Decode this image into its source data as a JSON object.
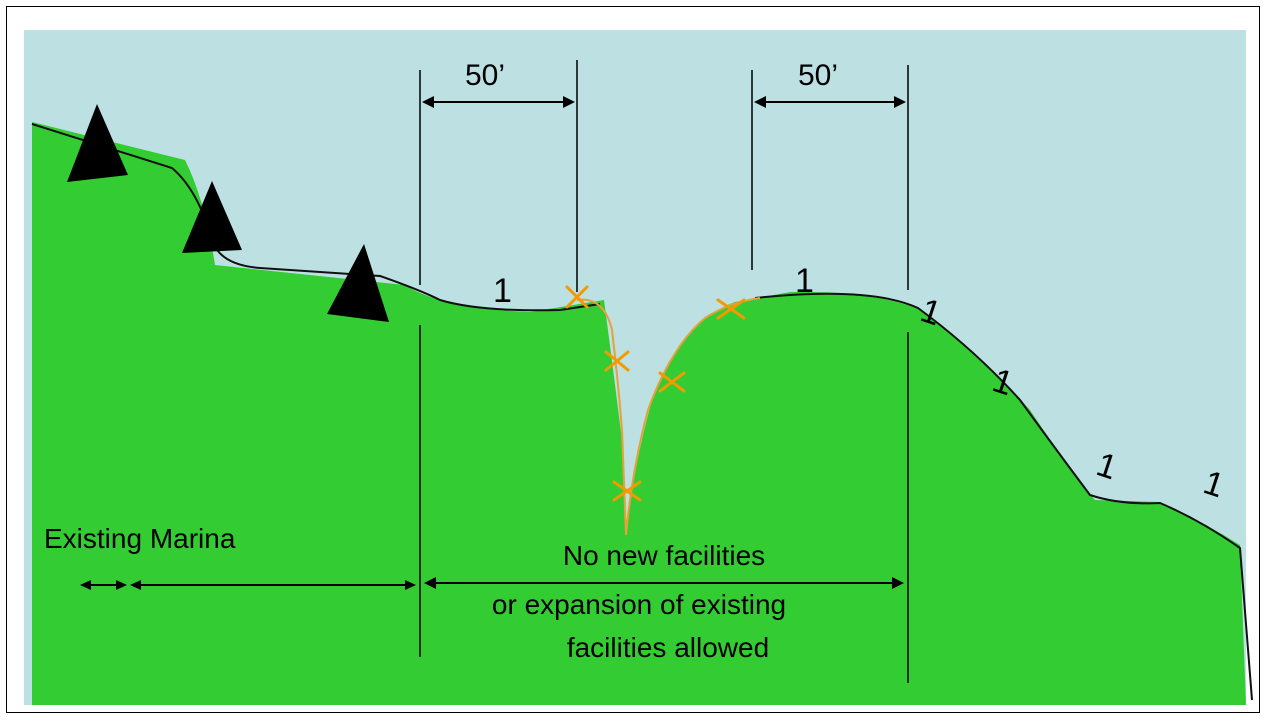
{
  "dimensions": {
    "left": "50’",
    "right": "50’"
  },
  "shoreline_marks": [
    "1",
    "1",
    "1",
    "1",
    "1",
    "1"
  ],
  "labels": {
    "existing_marina": "Existing Marina",
    "restriction_line1": "No new facilities",
    "restriction_line2": "or expansion of existing",
    "restriction_line3": "facilities allowed"
  },
  "colors": {
    "water": "#bde0e3",
    "land": "#33cc33",
    "trees": "#000000",
    "cove_outline": "#f0a020",
    "point_markers": "#f39a00"
  }
}
